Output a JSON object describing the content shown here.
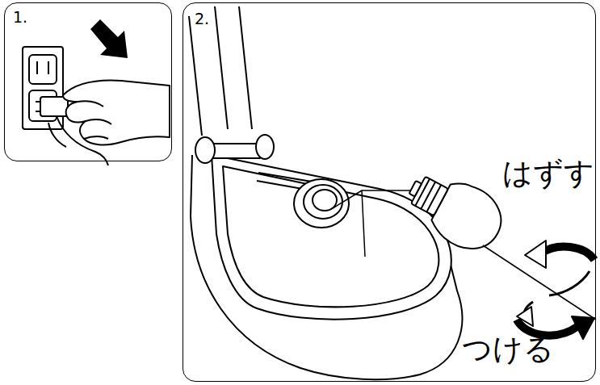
{
  "diagram": {
    "nodes": [
      {
        "text": [
          "1."
        ]
      },
      {
        "text": [
          "2."
        ]
      }
    ],
    "labels": [
      "はずす",
      "つける"
    ]
  }
}
